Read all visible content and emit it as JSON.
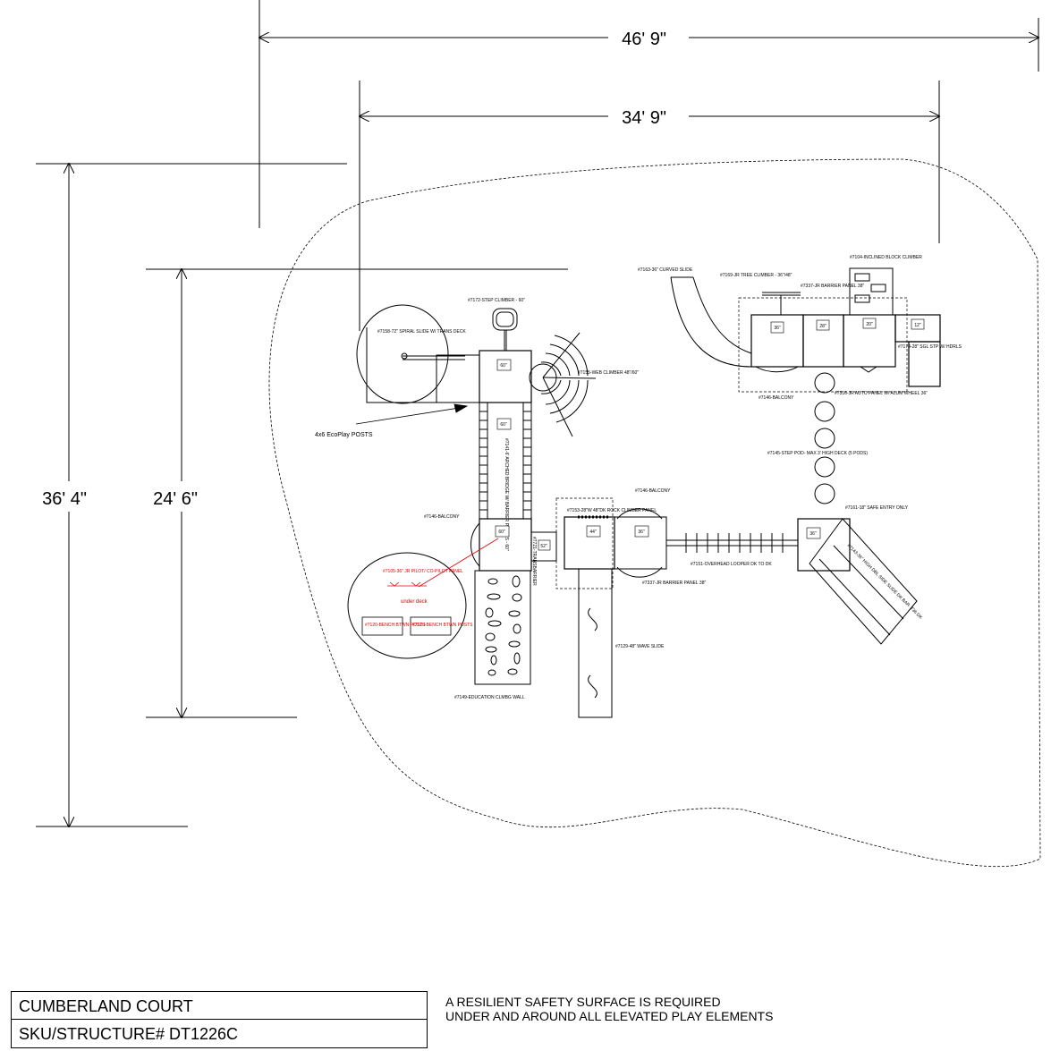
{
  "dimensions": {
    "overall_width": "46' 9\"",
    "deck_width": "34' 9\"",
    "overall_depth": "36' 4\"",
    "deck_depth": "24' 6\""
  },
  "components": {
    "spiral_slide": "#7158-72\" SPIRAL SLIDE W/ TRANS DECK",
    "step_climber": "#7172-STEP CLIMBER - 60\"",
    "web_climber": "#7155-WEB CLIMBER 48\"/60\"",
    "posts": "4x6 EcoPlay POSTS",
    "arched_bridge": "#7141-6' ARCHED BRIDGE W/ BARRIER PANELS - 60\"",
    "balcony_left": "#7146-BALCONY",
    "pilot_panel": "#7105-36\" JR PILOT/ CO-PILOT PANEL",
    "under_deck": "under deck",
    "bench_1": "#7120-BENCH BTWN POSTS",
    "bench_2": "#7120-BENCH BTWN POSTS",
    "transfer_barrier": "#7721-TRANSBARRIER",
    "rock_climber": "#7153-28\"W 48\"DK ROCK CLIMBER PANEL",
    "balcony_mid": "#7146-BALCONY",
    "jr_barrier_mid": "#7337-JR BARRIER PANEL 38\"",
    "wave_slide": "#7129-48\" WAVE SLIDE",
    "education_wall": "#7149-EDUCATION CLMBG WALL",
    "overhead_looper": "#7151-OVERHEAD LOOPER DK TO DK",
    "curved_slide": "#7163-36\" CURVED SLIDE",
    "tree_climber": "#7169-JR TREE CLIMBER - 36\"/48\"",
    "jr_barrier_top": "#7337-JR BARRIER PANEL 38\"",
    "inclined_climber": "#7104-INCLINED BLOCK CLIMBER",
    "stairs": "#7174-28\" SGL STP W/ HDRLS",
    "auto_panel": "#7316-JR AUTO PANEL W/ ALUM WHEEL 36\"",
    "balcony_top": "#7146-BALCONY",
    "step_pods": "#7145-STEP POD- MAX 3' HIGH DECK (5 PODS)",
    "safe_entry": "#7161-18\" SAFE ENTRY ONLY",
    "double_slide": "#7143-36\" HIGH DBL SIDE SLIDE DK BAR. T36 DK"
  },
  "deck_heights": {
    "spiral_deck": "60\"",
    "bridge": "60\"",
    "balcony_left_deck": "60\"",
    "transfer": "52\"",
    "rock_deck": "44\"",
    "balcony_mid_deck": "36\"",
    "curved_deck": "36\"",
    "auto_deck": "28\"",
    "inclined_deck": "20\"",
    "stair_deck": "12\"",
    "safe_entry_deck": "36\""
  },
  "title_block": {
    "project_name": "CUMBERLAND COURT",
    "sku": "SKU/STRUCTURE# DT1226C"
  },
  "notice": {
    "line1": "A RESILIENT SAFETY SURFACE IS REQUIRED",
    "line2": "UNDER AND AROUND ALL ELEVATED PLAY ELEMENTS"
  }
}
